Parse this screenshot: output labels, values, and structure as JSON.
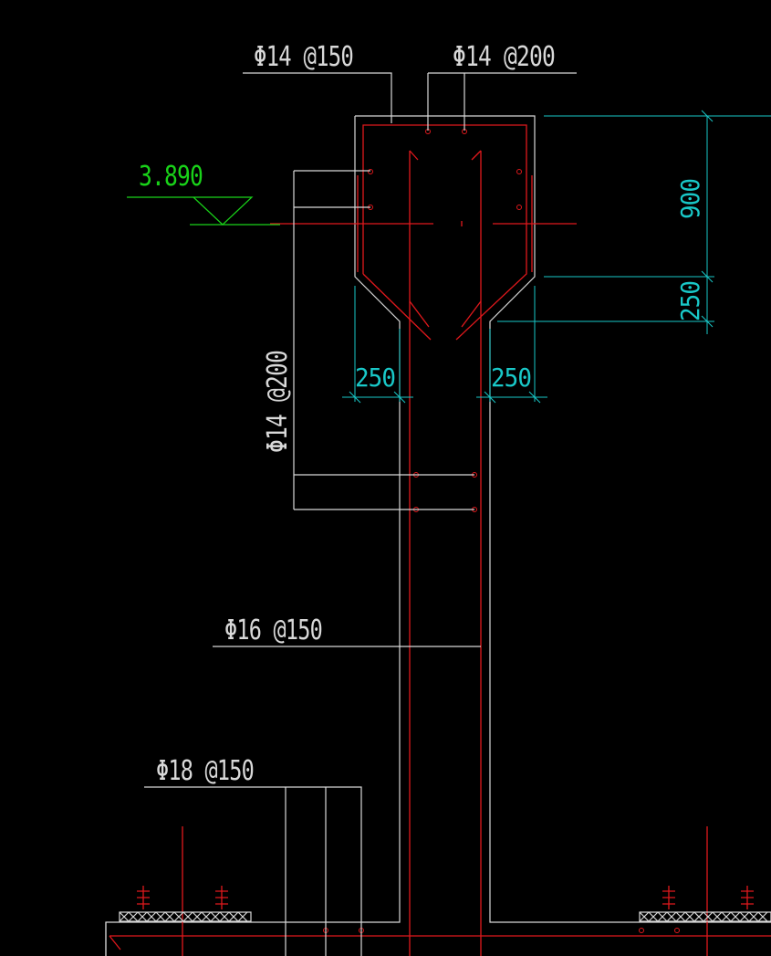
{
  "drawing": {
    "colors": {
      "background": "#000000",
      "concrete_outline": "#d8d8d8",
      "rebar": "#e0181c",
      "dimension": "#19c8c8",
      "level": "#19d219"
    },
    "labels": {
      "top_rebar_left": "Φ14 @150",
      "top_rebar_right": "Φ14 @200",
      "side_rebar": "Φ14 @200",
      "wall_rebar": "Φ16 @150",
      "base_rebar": "Φ18 @150"
    },
    "level_mark": "3.890",
    "dimensions": {
      "height_upper": "900",
      "height_haunch": "250",
      "haunch_left": "250",
      "haunch_right": "250"
    }
  }
}
